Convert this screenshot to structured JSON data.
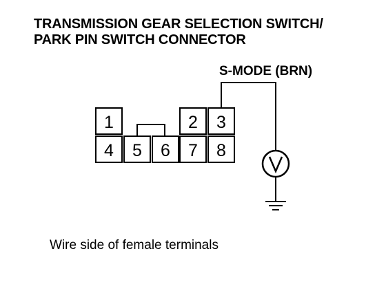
{
  "title": {
    "line1": "TRANSMISSION GEAR SELECTION SWITCH/",
    "line2": "PARK PIN SWITCH CONNECTOR"
  },
  "wire": {
    "label": "S-MODE (BRN)"
  },
  "connector": {
    "pins": [
      "1",
      "2",
      "3",
      "4",
      "5",
      "6",
      "7",
      "8"
    ]
  },
  "meter": {
    "symbol": "V",
    "icon": "voltmeter-icon"
  },
  "ground": {
    "icon": "ground-symbol-icon"
  },
  "caption": "Wire side of female terminals"
}
